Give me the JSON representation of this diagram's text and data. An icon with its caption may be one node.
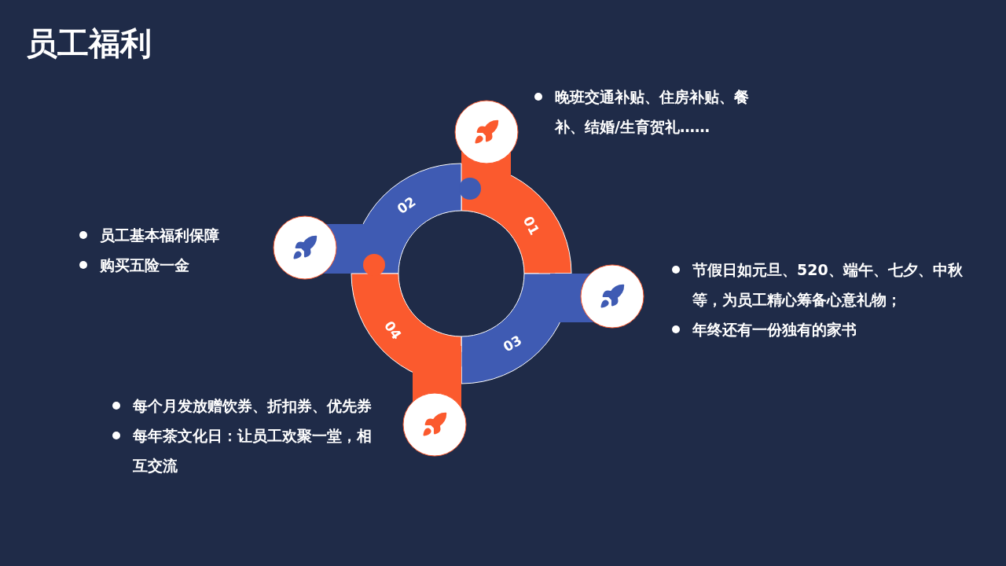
{
  "diagram": {
    "title": "员工福利",
    "nodes": [
      {
        "text": [
          "01"
        ],
        "beside": [
          "晚班交通补贴、住房补贴、餐补、结婚/生育贺礼……"
        ]
      },
      {
        "text": [
          "02"
        ],
        "beside": [
          "员工基本福利保障",
          "购买五险一金"
        ]
      },
      {
        "text": [
          "03"
        ],
        "beside": [
          "节假日如元旦、520、端午、七夕、中秋等，为员工精心筹备心意礼物；",
          "年终还有一份独有的家书"
        ]
      },
      {
        "text": [
          "04"
        ],
        "beside": [
          "每个月发放赠饮券、折扣券、优先券",
          "每年茶文化日：让员工欢聚一堂，相互交流"
        ]
      }
    ]
  }
}
